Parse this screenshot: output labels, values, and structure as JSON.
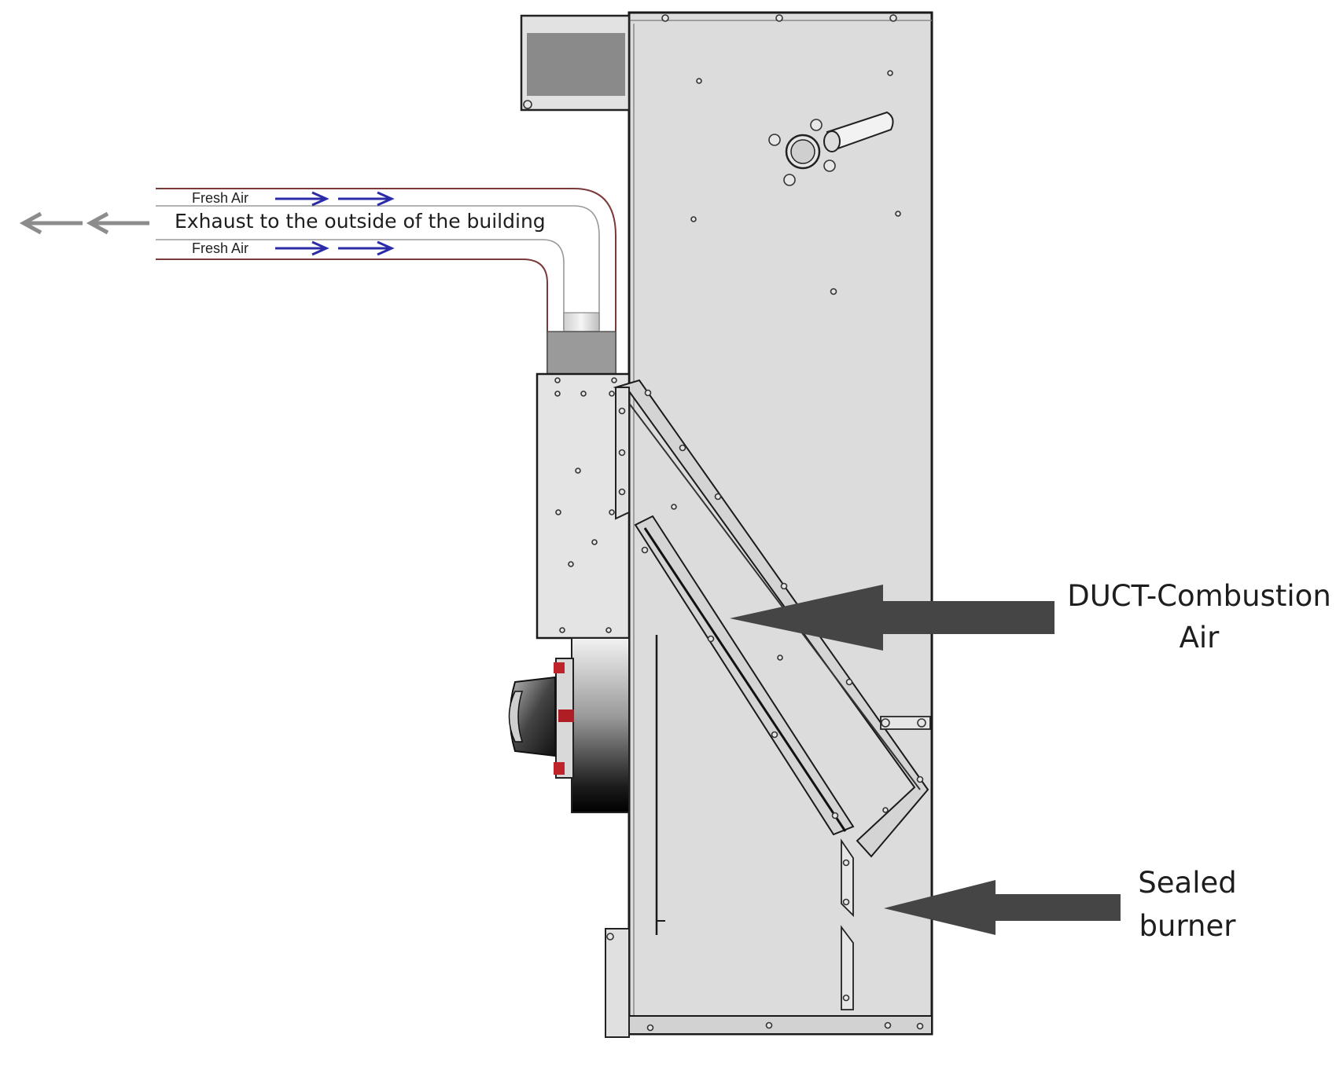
{
  "labels": {
    "fresh_air_top": "Fresh Air",
    "exhaust": "Exhaust to the outside of the building",
    "fresh_air_bottom": "Fresh Air",
    "duct_line1": "DUCT-Combustion",
    "duct_line2": "Air",
    "sealed_line1": "Sealed",
    "sealed_line2": "burner"
  },
  "colors": {
    "fresh_air_arrow": "#2b2ba8",
    "exhaust_arrow": "#8c8c8c",
    "callout_arrow": "#454545",
    "cabinet": "#dcdcdc",
    "duct_line": "#7a3a3a"
  }
}
